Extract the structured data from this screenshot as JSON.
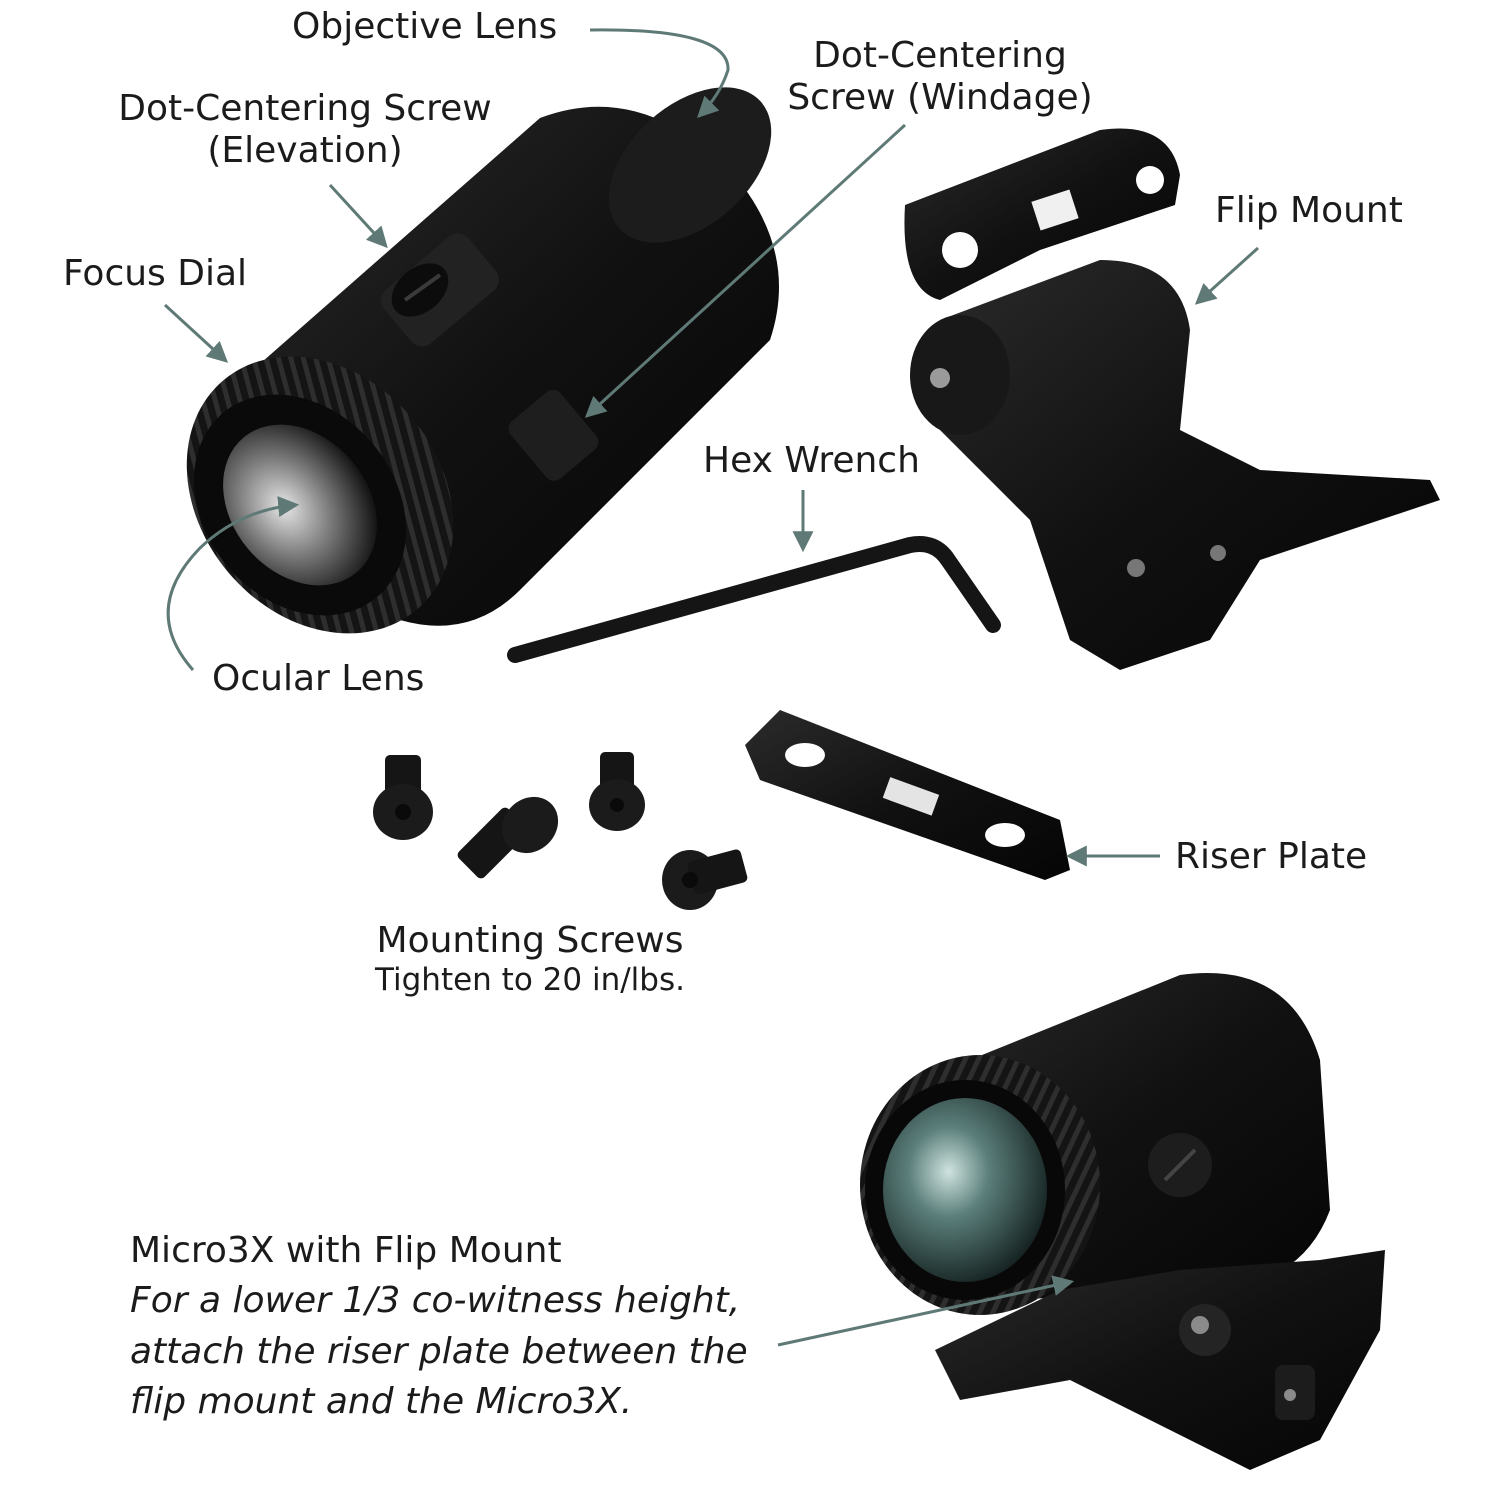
{
  "labels": {
    "objective_lens": "Objective Lens",
    "dot_center_elev_line1": "Dot-Centering Screw",
    "dot_center_elev_line2": "(Elevation)",
    "dot_center_wind_line1": "Dot-Centering",
    "dot_center_wind_line2": "Screw (Windage)",
    "focus_dial": "Focus Dial",
    "flip_mount": "Flip Mount",
    "hex_wrench": "Hex Wrench",
    "ocular_lens": "Ocular Lens",
    "riser_plate": "Riser Plate",
    "mounting_screws": "Mounting Screws",
    "tighten_note": "Tighten to 20 in/lbs.",
    "assembly_title": "Micro3X with Flip Mount",
    "assembly_note_line1": "For a lower 1/3 co-witness height,",
    "assembly_note_line2": "attach the riser plate between the",
    "assembly_note_line3": "flip mount and the Micro3X."
  },
  "colors": {
    "arrow": "#5f7a76",
    "product": "#141414",
    "text": "#1b1b1b"
  }
}
